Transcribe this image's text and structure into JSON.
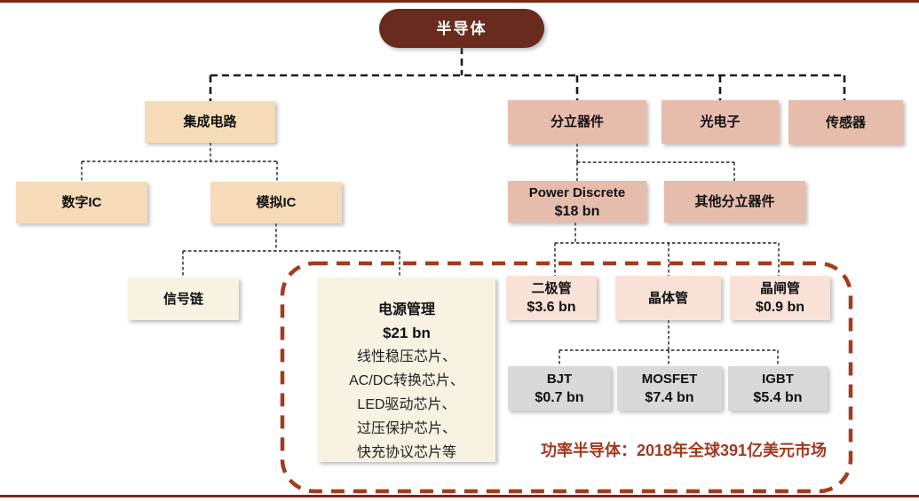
{
  "diagram_title_node": {
    "label": "半导体"
  },
  "level1": {
    "integrated_circuit": {
      "label": "集成电路"
    },
    "discrete_devices": {
      "label": "分立器件"
    },
    "optoelectronics": {
      "label": "光电子"
    },
    "sensors": {
      "label": "传感器"
    }
  },
  "ic_children": {
    "digital_ic": {
      "label": "数字IC"
    },
    "analog_ic": {
      "label": "模拟IC"
    }
  },
  "analog_children": {
    "signal_chain": {
      "label": "信号链"
    },
    "power_management": {
      "title": "电源管理",
      "value": "$21 bn",
      "items": [
        "线性稳压芯片、",
        "AC/DC转换芯片、",
        "LED驱动芯片、",
        "过压保护芯片、",
        "快充协议芯片等"
      ]
    }
  },
  "discrete_children": {
    "power_discrete": {
      "label": "Power Discrete",
      "value": "$18 bn"
    },
    "other_discrete": {
      "label": "其他分立器件"
    }
  },
  "power_discrete_children": {
    "diode": {
      "label": "二极管",
      "value": "$3.6 bn"
    },
    "transistor": {
      "label": "晶体管"
    },
    "thyristor": {
      "label": "晶闸管",
      "value": "$0.9 bn"
    }
  },
  "transistor_children": {
    "bjt": {
      "label": "BJT",
      "value": "$0.7 bn"
    },
    "mosfet": {
      "label": "MOSFET",
      "value": "$7.4 bn"
    },
    "igbt": {
      "label": "IGBT",
      "value": "$5.4 bn"
    }
  },
  "note": {
    "text": "功率半导体：2018年全球391亿美元市场"
  },
  "colors": {
    "root_box": "#682b1e",
    "peach_box": "#f6dbb8",
    "salmon_box": "#e6bcac",
    "pink_box": "#f8e2d8",
    "cream_box": "#f7f2e2",
    "gray_box": "#d9d9d9",
    "border_line": "#7b2a18",
    "dashed_outline": "#a33b1f",
    "note_text": "#a13a20",
    "connector": "#1a1a1a"
  }
}
